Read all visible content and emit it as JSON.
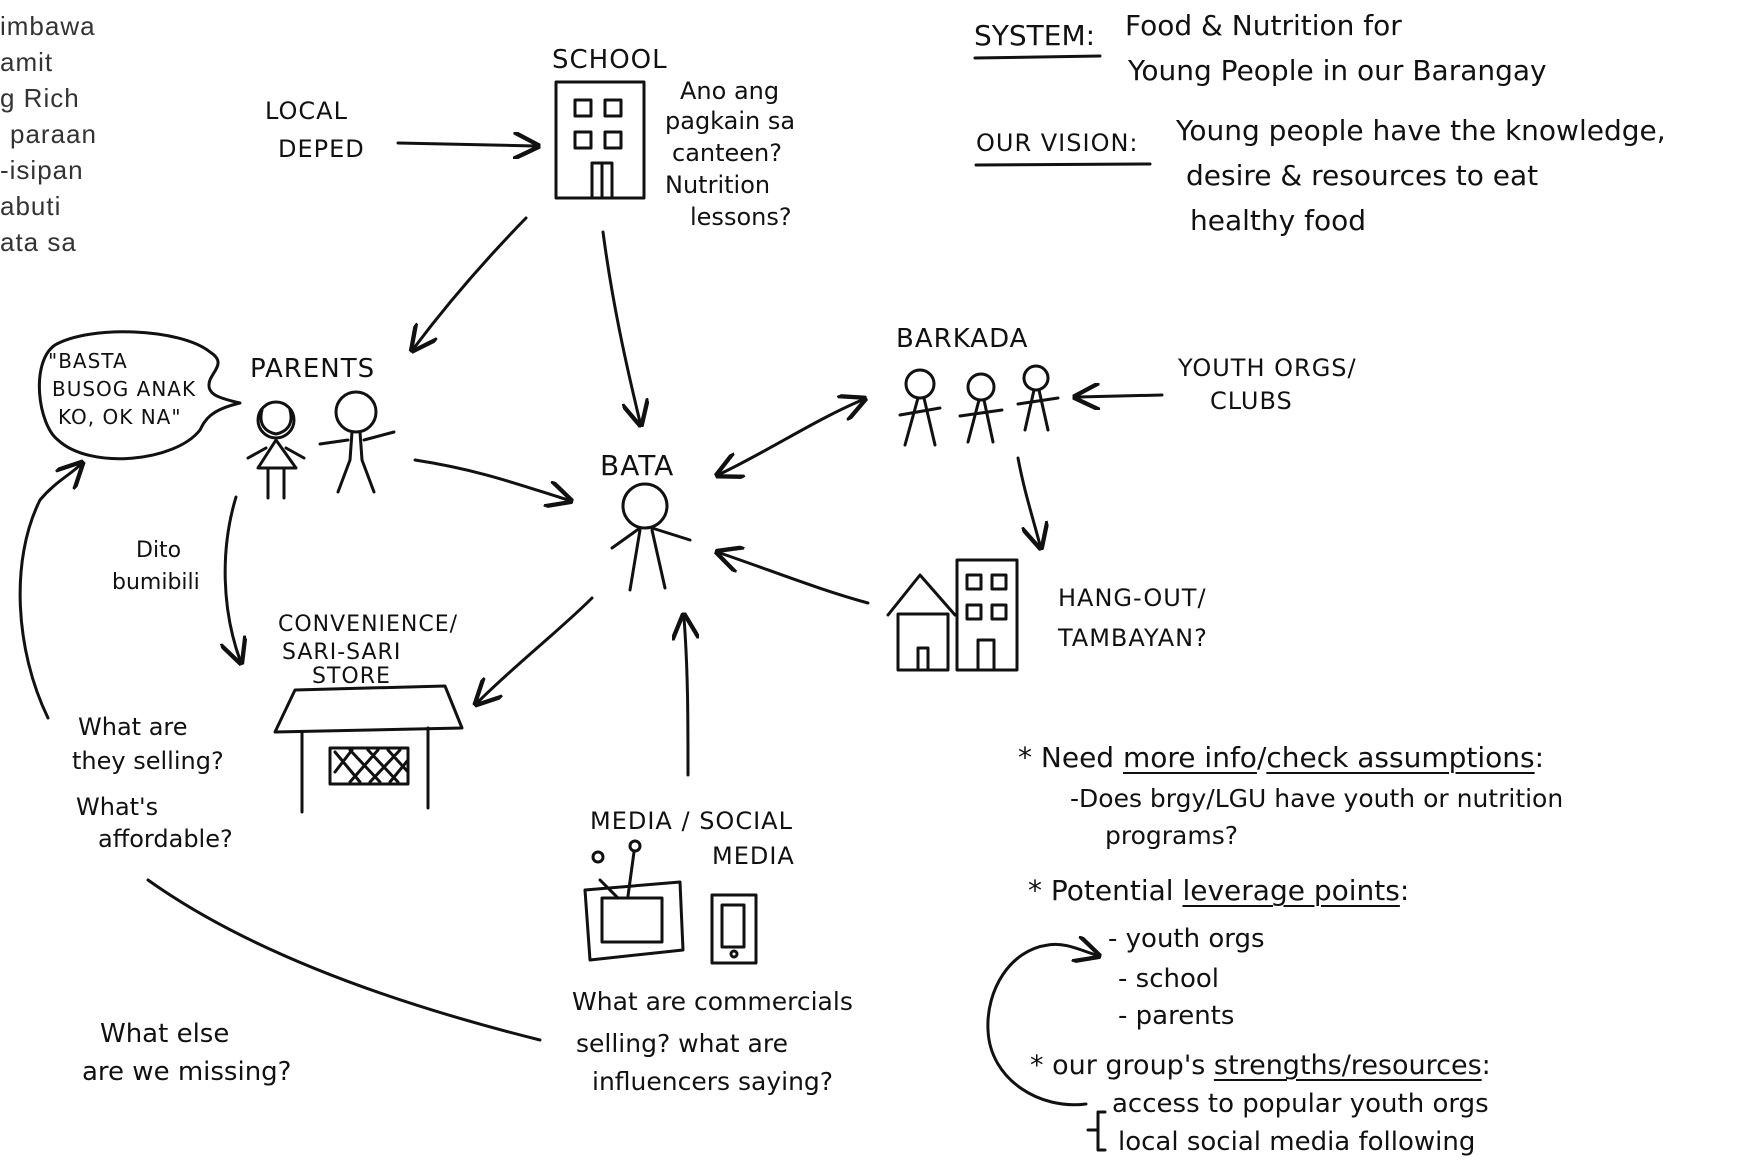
{
  "left_fragments": [
    "imbawa",
    "amit",
    "g Rich",
    "paraan",
    "-isipan",
    "abuti",
    "ata sa"
  ],
  "header": {
    "system_label": "SYSTEM:",
    "system_title_line1": "Food & Nutrition for",
    "system_title_line2": "Young People in our Barangay",
    "vision_label": "OUR VISION:",
    "vision_line1": "Young people have the knowledge,",
    "vision_line2": "desire & resources to eat",
    "vision_line3": "healthy food"
  },
  "nodes": {
    "school": "SCHOOL",
    "local_deped_1": "LOCAL",
    "local_deped_2": "DEPED",
    "parents": "PARENTS",
    "bata": "BATA",
    "barkada": "BARKADA",
    "youth_orgs_1": "YOUTH ORGS/",
    "youth_orgs_2": "CLUBS",
    "hangout_1": "HANG-OUT/",
    "hangout_2": "TAMBAYAN?",
    "store_1": "CONVENIENCE/",
    "store_2": "SARI-SARI",
    "store_3": "STORE",
    "media_1": "MEDIA / SOCIAL",
    "media_2": "MEDIA"
  },
  "notes": {
    "canteen_1": "Ano ang",
    "canteen_2": "pagkain sa",
    "canteen_3": "canteen?",
    "canteen_4": "Nutrition",
    "canteen_5": "lessons?",
    "bubble_1": "\"BASTA",
    "bubble_2": "BUSOG ANAK",
    "bubble_3": "KO, OK NA\"",
    "dito_1": "Dito",
    "dito_2": "bumibili",
    "selling_1": "What are",
    "selling_2": "they selling?",
    "selling_3": "What's",
    "selling_4": "affordable?",
    "missing_1": "What else",
    "missing_2": "are we missing?",
    "commercials_1": "What are commercials",
    "commercials_2": "selling? what are",
    "commercials_3": "influencers saying?"
  },
  "side_notes": {
    "star": "*",
    "need_prefix": "Need",
    "need_more_info": "more info",
    "need_sep": "/",
    "need_check": "check assumptions",
    "need_colon": ":",
    "does_1": "-Does brgy/LGU have youth or nutrition",
    "does_2": "programs?",
    "leverage_prefix": "Potential",
    "leverage_ul": "leverage points",
    "leverage_colon": ":",
    "lev_1": "- youth orgs",
    "lev_2": "- school",
    "lev_3": "- parents",
    "strengths_prefix": "our group's",
    "strengths_ul": "strengths/resources",
    "strengths_colon": ":",
    "res_1": "access to popular youth orgs",
    "res_2": "local social media following"
  }
}
